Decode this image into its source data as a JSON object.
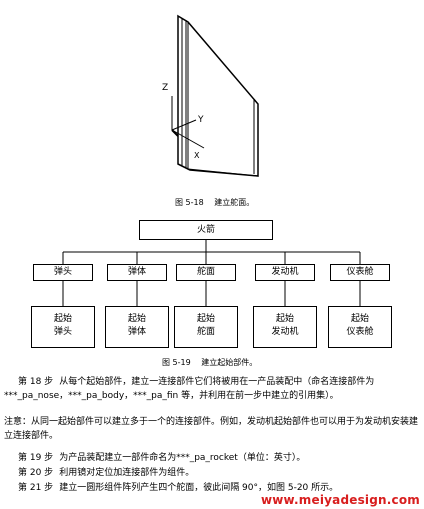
{
  "figure1": {
    "number": "图 5-18",
    "caption": "建立舵面。",
    "axis_z": "Z",
    "axis_y": "Y",
    "axis_x": "X"
  },
  "figure2": {
    "number": "图 5-19",
    "caption": "建立起始部件。",
    "root": "火箭",
    "level1": [
      "弹头",
      "弹体",
      "舵面",
      "发动机",
      "仪表舱"
    ],
    "level2": [
      [
        "起始",
        "弹头"
      ],
      [
        "起始",
        "弹体"
      ],
      [
        "起始",
        "舵面"
      ],
      [
        "起始",
        "发动机"
      ],
      [
        "起始",
        "仪表舱"
      ]
    ]
  },
  "text": {
    "step18_label": "第 18 步",
    "step18_body": "从每个起始部件，建立一连接部件它们将被用在一产品装配中（命名连接部件为***_pa_nose，***_pa_body，***_pa_fin 等，并利用在前一步中建立的引用集）。",
    "note_label": "注意：",
    "note_body": "从同一起始部件可以建立多于一个的连接部件。例如，发动机起始部件也可以用于为发动机安装建立连接部件。",
    "step19_label": "第 19 步",
    "step19_body": "为产品装配建立一部件命名为***_pa_rocket（单位：英寸）。",
    "step20_label": "第 20 步",
    "step20_body": "利用镜对定位加连接部件为组件。",
    "step21_label": "第 21 步",
    "step21_body": "建立一圆形组件阵列产生四个舵面，彼此间隔 90°，如图 5-20 所示。"
  },
  "watermark": "www.meiyadesign.com",
  "colors": {
    "watermark": "#d81e1e",
    "text": "#000000"
  }
}
